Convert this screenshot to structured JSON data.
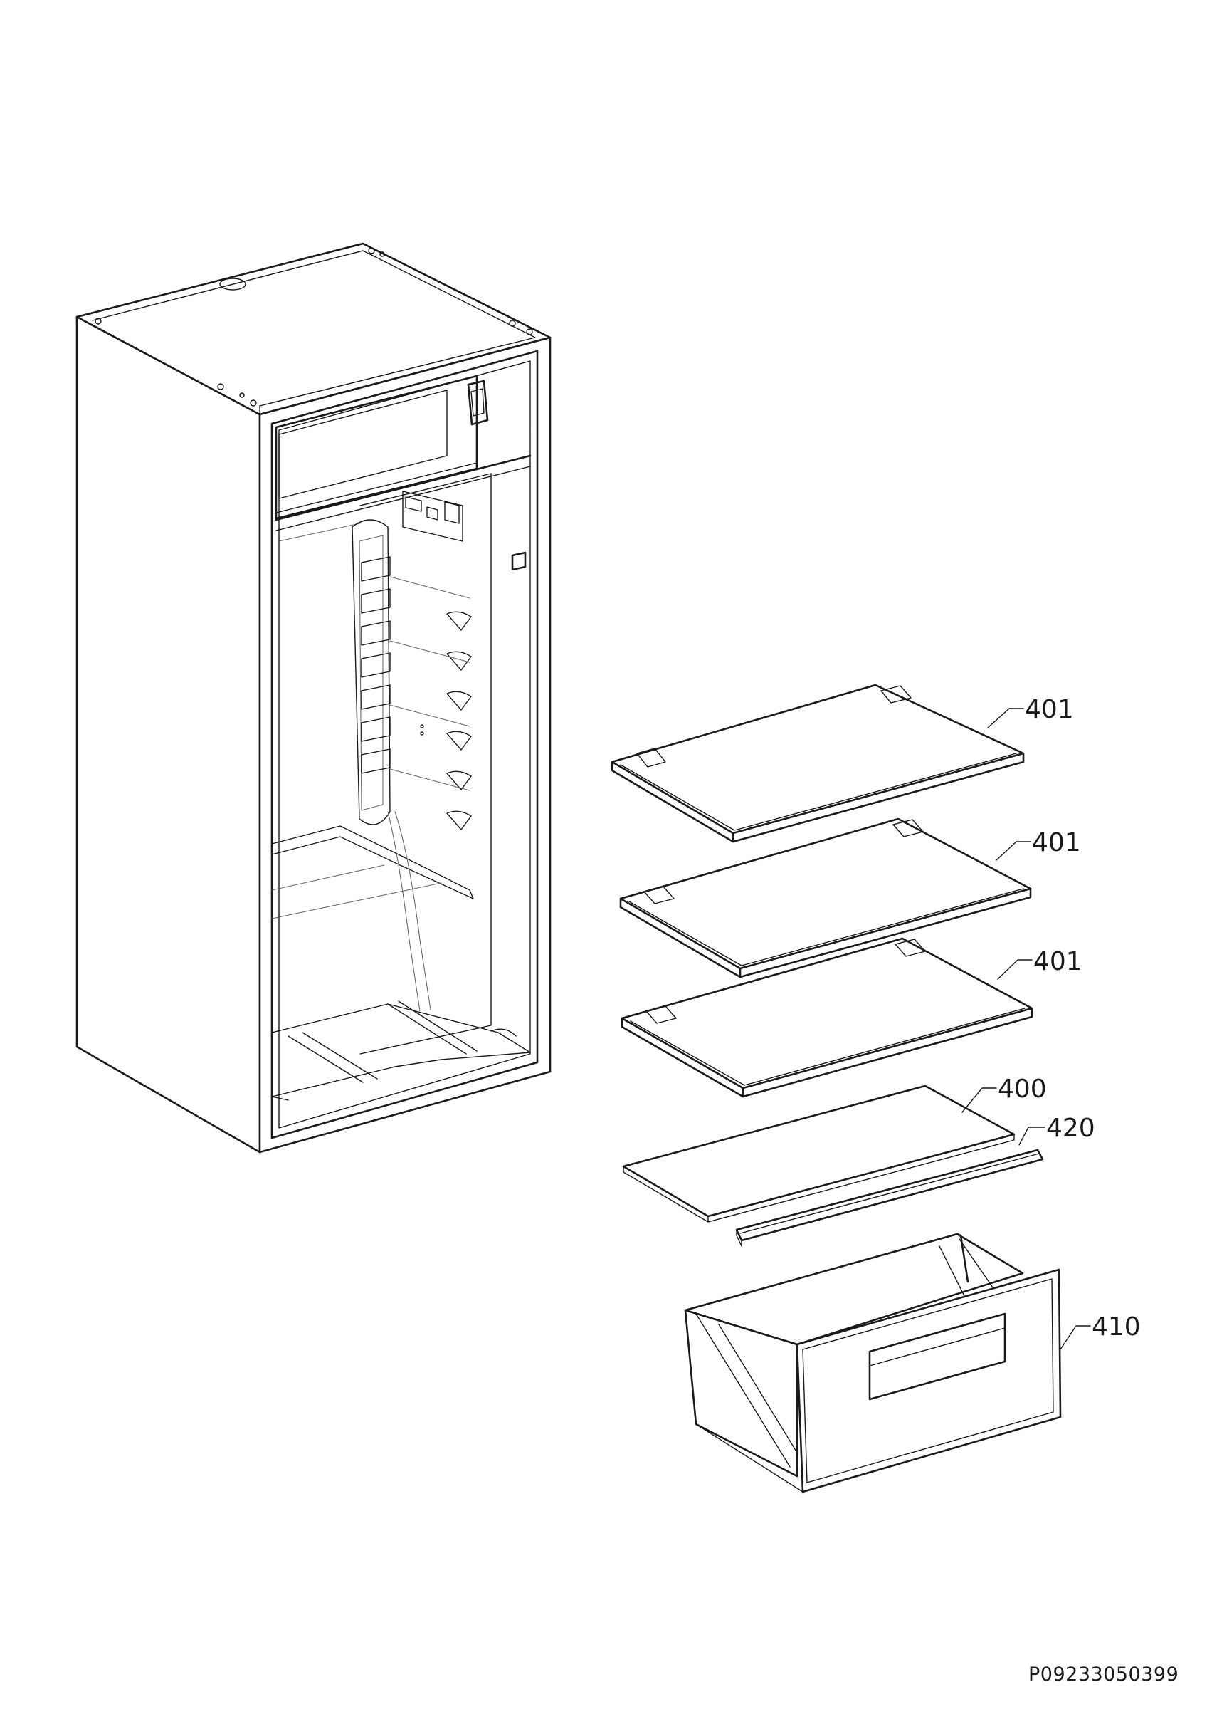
{
  "callouts": {
    "shelf_1": "401",
    "shelf_2": "401",
    "shelf_3": "401",
    "crisper_cover": "400",
    "cover_trim": "420",
    "crisper_drawer": "410"
  },
  "drawing_code": "P09233050399"
}
